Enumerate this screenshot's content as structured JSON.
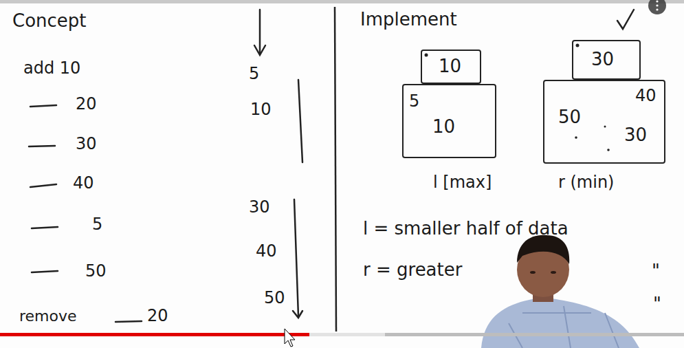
{
  "diagram": {
    "nodes": [
      {
        "text": [
          "10"
        ]
      },
      {
        "text": [
          "5",
          "10"
        ]
      },
      {
        "text": [
          "30"
        ]
      },
      {
        "text": [
          "50",
          "40",
          "30"
        ]
      }
    ],
    "labels": [
      "Concept",
      "add 10",
      "20",
      "30",
      "40",
      "5",
      "50",
      "remove",
      "20",
      "5",
      "10",
      "30",
      "40",
      "50",
      "Implement",
      "l [max]",
      "r (min)",
      "l = smaller half of data",
      "r = greater",
      "\"",
      "\""
    ]
  }
}
